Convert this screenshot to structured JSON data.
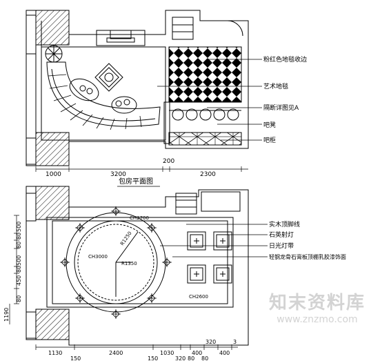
{
  "upper_plan": {
    "title": "包房平面图",
    "labels": [
      "粉红色地毯收边",
      "艺术地毯",
      "隔断详图见A",
      "吧凳",
      "吧柜"
    ],
    "dims_bottom": [
      "1000",
      "3200",
      "200",
      "2300"
    ]
  },
  "lower_plan": {
    "labels": [
      "实木顶脚线",
      "石英射灯",
      "日光灯带",
      "轻钢龙骨石膏板顶棚乳胶漆饰面"
    ],
    "ceiling_marks": [
      "CH2700",
      "CH3000",
      "CH2600"
    ],
    "radius_marks": [
      "R1250",
      "R1350"
    ],
    "dims_left": [
      "500",
      "80",
      "80",
      "500",
      "80",
      "450",
      "80",
      "1190"
    ],
    "dims_bottom": [
      "1130",
      "2400",
      "1030",
      "400",
      "320",
      "400",
      "3"
    ],
    "dims_bottom_lower": [
      "150",
      "150",
      "320",
      "80",
      "80"
    ]
  },
  "watermark": {
    "brand": "知末资料库",
    "url": "www.znzmo.com"
  }
}
